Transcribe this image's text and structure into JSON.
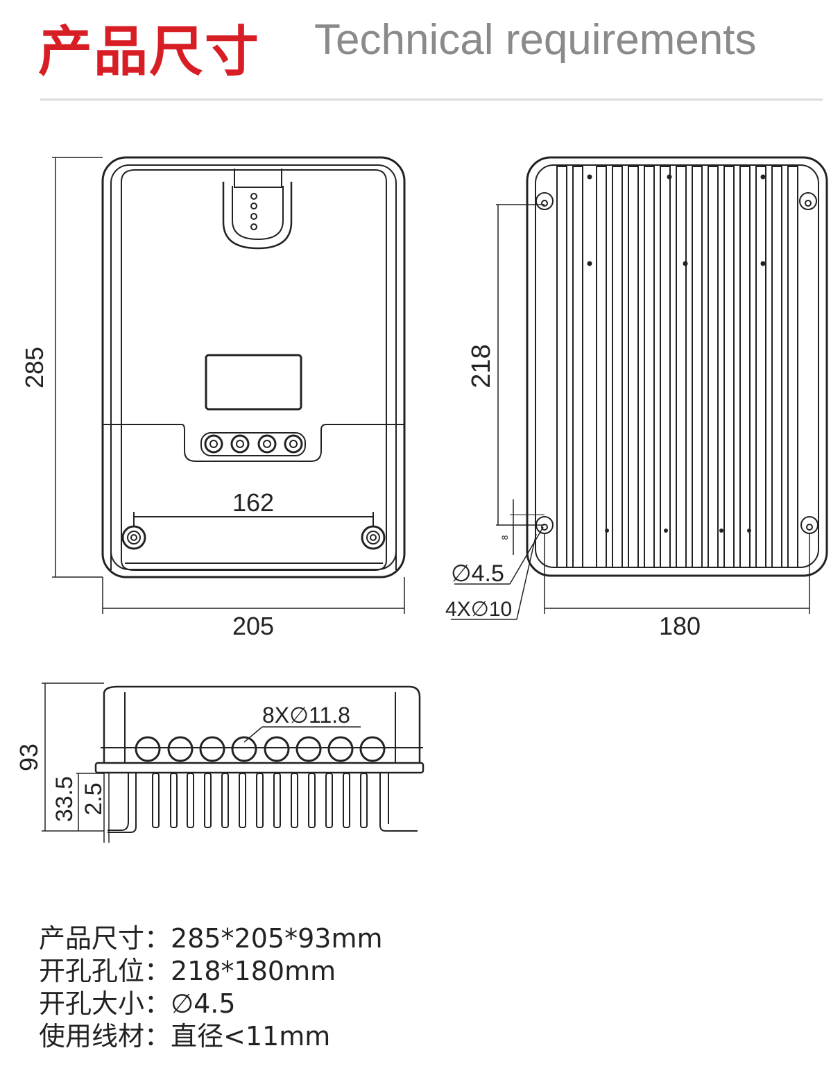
{
  "header": {
    "title_zh": "产品尺寸",
    "title_en": "Technical requirements"
  },
  "dimensions": {
    "height": "285",
    "width": "205",
    "hole_spacing_front": "162",
    "mount_vertical": "218",
    "mount_horizontal": "180",
    "hole_small_dia": "∅4.5",
    "hole_large_count_dia": "4X∅10",
    "offset_small": "8",
    "depth": "93",
    "fin_depth": "33.5",
    "flange": "2.5",
    "glands": "8X∅11.8"
  },
  "specs": [
    {
      "label": "产品尺寸",
      "sep": "：",
      "value": "285*205*93mm"
    },
    {
      "label": "开孔孔位",
      "sep": "：",
      "value": "218*180mm"
    },
    {
      "label": "开孔大小",
      "sep": "：",
      "value": "∅4.5"
    },
    {
      "label": "使用线材",
      "sep": "：",
      "value": "直径<11mm"
    }
  ],
  "colors": {
    "title_red": "#d81e25",
    "title_gray": "#8a8a8a",
    "line": "#222222"
  }
}
